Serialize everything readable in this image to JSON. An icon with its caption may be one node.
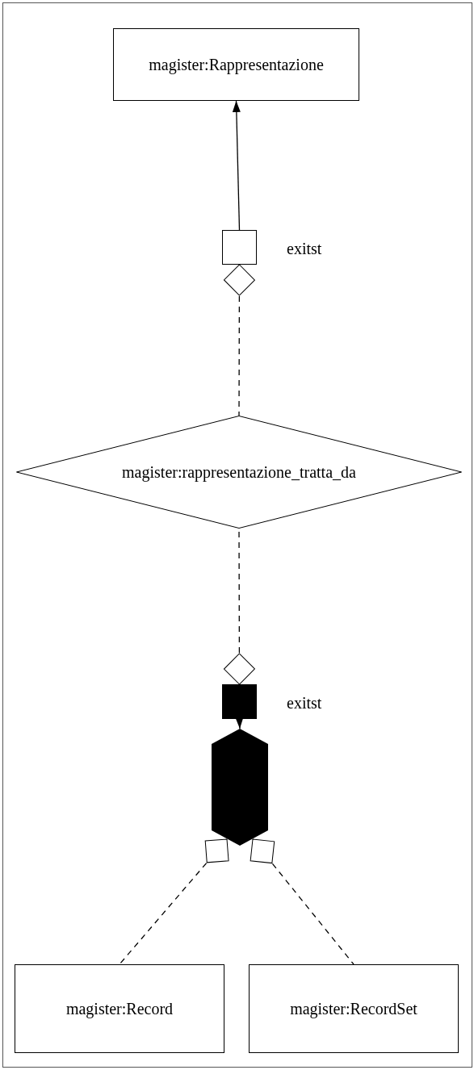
{
  "diagram": {
    "nodes": [
      {
        "text": [
          "magister:Rappresentazione"
        ]
      },
      {
        "text": [],
        "shape": "box",
        "beside": [
          "exitst"
        ]
      },
      {
        "text": [
          "magister:rappresentazione_tratta_da"
        ]
      },
      {
        "text": [],
        "shape": "box",
        "beside": [
          "exitst"
        ]
      },
      {
        "text": [],
        "shape": "hexagon"
      },
      {
        "text": [
          "magister:Record"
        ]
      },
      {
        "text": [
          "magister:RecordSet"
        ]
      }
    ],
    "edges": [
      {
        "from": 1,
        "to": 0,
        "arrow": "to"
      },
      {
        "from": 1,
        "to": 2,
        "arrow": "other",
        "style": "dashed"
      },
      {
        "from": 3,
        "to": 2,
        "arrow": "other",
        "style": "dashed"
      },
      {
        "from": 3,
        "to": 4,
        "arrow": "to"
      },
      {
        "from": 4,
        "to": 5,
        "arrow": "other",
        "style": "dashed"
      },
      {
        "from": 4,
        "to": 6,
        "arrow": "other",
        "style": "dashed"
      }
    ]
  }
}
